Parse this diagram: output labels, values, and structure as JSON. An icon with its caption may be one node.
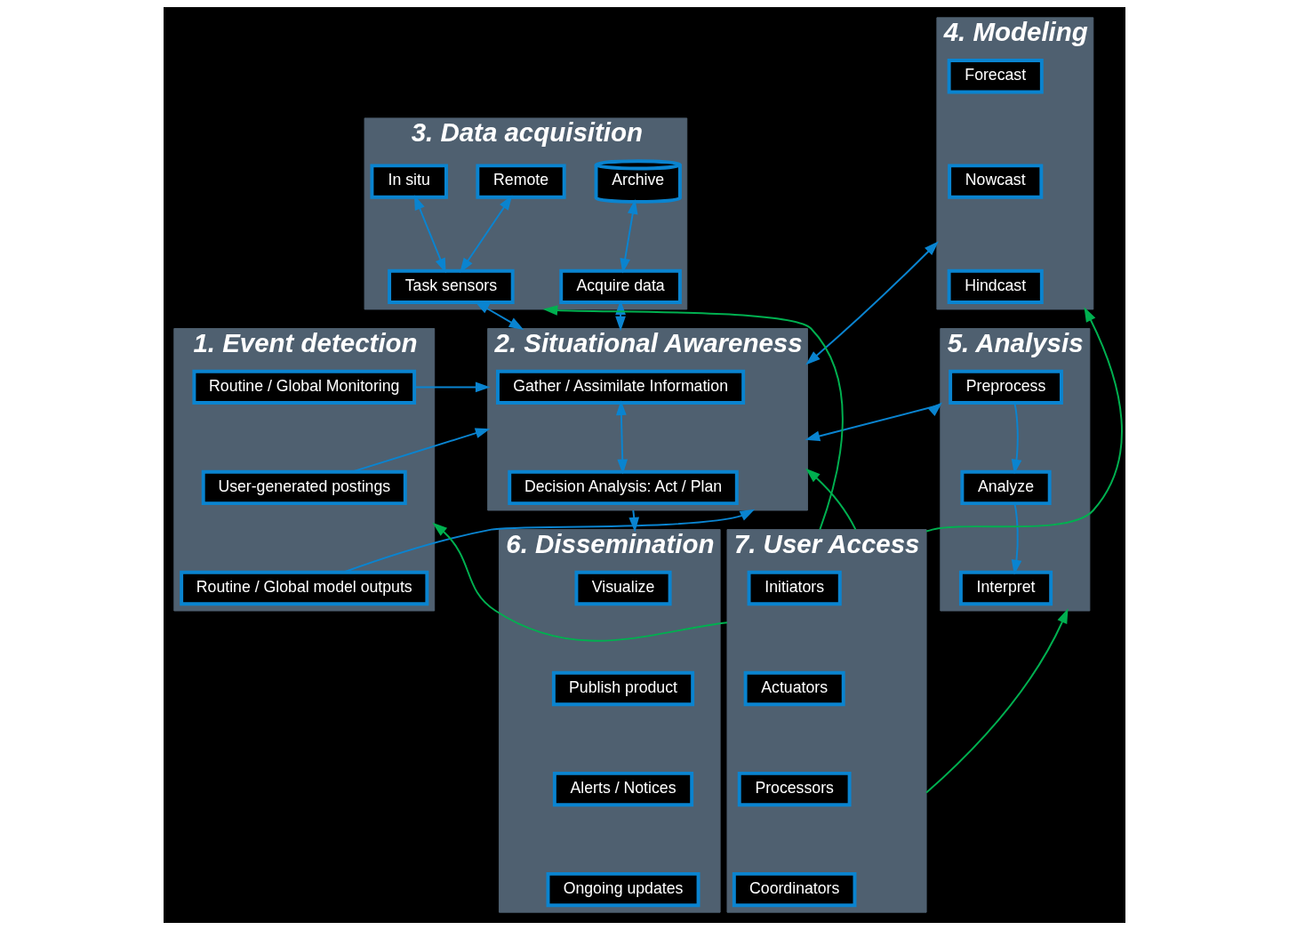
{
  "diagram": {
    "nodes": [
      {
        "text": [
          "3. Data acquisition"
        ]
      },
      {
        "text": [
          "Remote"
        ],
        "in": 0
      },
      {
        "text": [
          "In situ"
        ],
        "in": 0
      },
      {
        "text": [
          "Archive"
        ],
        "in": 0
      },
      {
        "text": [
          "Task sensors"
        ],
        "in": 0
      },
      {
        "text": [
          "Acquire data"
        ],
        "in": 0
      },
      {
        "text": [
          "4. Modeling"
        ]
      },
      {
        "text": [
          "Forecast"
        ],
        "in": 6
      },
      {
        "text": [
          "Nowcast"
        ],
        "in": 6
      },
      {
        "text": [
          "Hindcast"
        ],
        "in": 6
      },
      {
        "text": [
          "1. Event detection"
        ]
      },
      {
        "text": [
          "Routine / Global Monitoring"
        ],
        "in": 10
      },
      {
        "text": [
          "User-generated postings"
        ],
        "in": 10
      },
      {
        "text": [
          "Routine / Global model outputs"
        ],
        "in": 10
      },
      {
        "text": [
          "2. Situational Awareness"
        ]
      },
      {
        "text": [
          "Gather / Assimilate Information"
        ],
        "in": 14
      },
      {
        "text": [
          "Decision Analysis: Act / Plan"
        ],
        "in": 14
      },
      {
        "text": [
          "5. Analysis"
        ]
      },
      {
        "text": [
          "Preprocess"
        ],
        "in": 17
      },
      {
        "text": [
          "Analyze"
        ],
        "in": 17
      },
      {
        "text": [
          "Interpret"
        ],
        "in": 17
      },
      {
        "text": [
          "6. Dissemination"
        ]
      },
      {
        "text": [
          "Visualize"
        ],
        "in": 21
      },
      {
        "text": [
          "Publish product"
        ],
        "in": 21
      },
      {
        "text": [
          "Alerts / Notices"
        ],
        "in": 21
      },
      {
        "text": [
          "Ongoing updates"
        ],
        "in": 21
      },
      {
        "text": [
          "7. User Access"
        ]
      },
      {
        "text": [
          "Initiators"
        ],
        "in": 26
      },
      {
        "text": [
          "Actuators"
        ],
        "in": 26
      },
      {
        "text": [
          "Processors"
        ],
        "in": 26
      },
      {
        "text": [
          "Coordinators"
        ],
        "in": 26
      }
    ],
    "edges": [
      {
        "from": 1,
        "to": 4,
        "arrow": "both"
      },
      {
        "from": 2,
        "to": 4,
        "arrow": "both"
      },
      {
        "from": 3,
        "to": 5,
        "arrow": "both"
      },
      {
        "from": 4,
        "to": 14,
        "arrow": "both"
      },
      {
        "from": 5,
        "to": 14,
        "arrow": "both"
      },
      {
        "from": 6,
        "to": 14,
        "arrow": "both"
      },
      {
        "from": 11,
        "to": 14,
        "arrow": "to"
      },
      {
        "from": 12,
        "to": 14,
        "arrow": "to"
      },
      {
        "from": 13,
        "to": 14,
        "arrow": "to"
      },
      {
        "from": 15,
        "to": 16,
        "arrow": "both"
      },
      {
        "from": 14,
        "to": 17,
        "arrow": "both"
      },
      {
        "from": 14,
        "to": 21,
        "arrow": "to"
      },
      {
        "from": 18,
        "to": 19,
        "arrow": "to"
      },
      {
        "from": 19,
        "to": 20,
        "arrow": "to"
      },
      {
        "from": 26,
        "to": 14,
        "arrow": "to",
        "color": "#00b050"
      },
      {
        "from": 26,
        "to": 0,
        "arrow": "to",
        "color": "#00b050"
      },
      {
        "from": 26,
        "to": 10,
        "arrow": "to",
        "color": "#00b050"
      },
      {
        "from": 26,
        "to": 6,
        "arrow": "to",
        "color": "#00b050"
      },
      {
        "from": 26,
        "to": 17,
        "arrow": "to",
        "color": "#00b050"
      }
    ]
  }
}
